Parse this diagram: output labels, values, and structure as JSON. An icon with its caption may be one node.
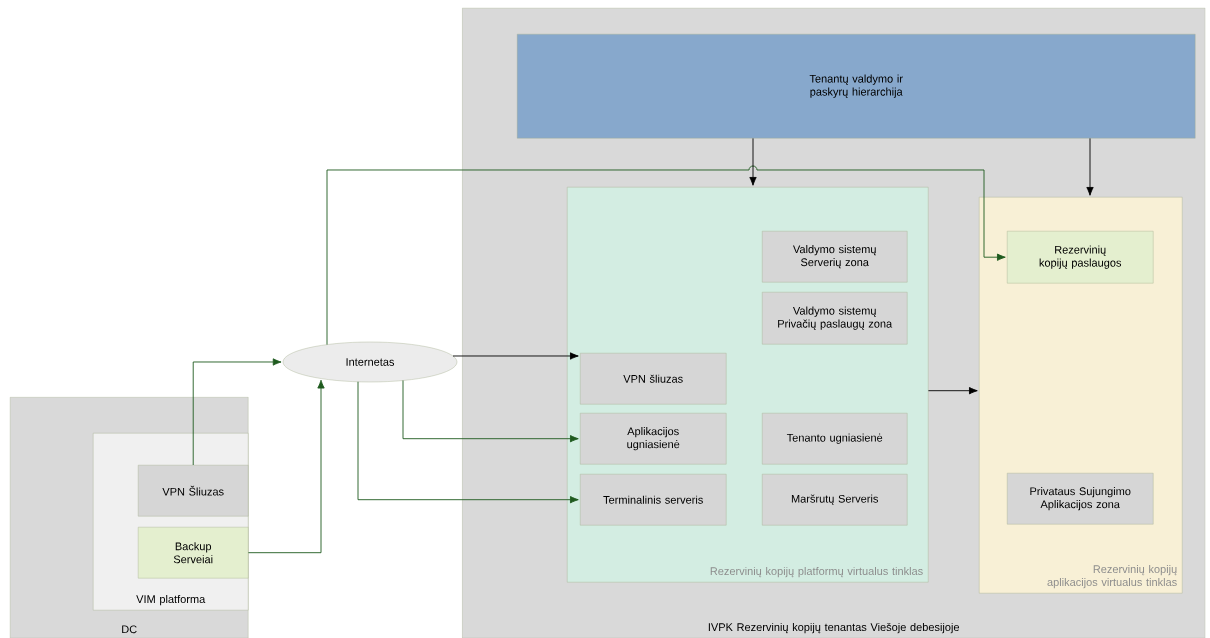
{
  "diagram": {
    "nodes": [
      {
        "text": [
          "DC"
        ]
      },
      {
        "text": [
          "VIM platforma"
        ],
        "in": 0
      },
      {
        "text": [
          "VPN Šliuzas"
        ],
        "in": 1
      },
      {
        "text": [
          "Backup Serveiai"
        ],
        "in": 1
      },
      {
        "text": [
          "Internetas"
        ]
      },
      {
        "text": [
          "IVPK Rezervinių kopijų tenantas Viešoje debesijoje"
        ]
      },
      {
        "text": [
          "Tenantų valdymo ir paskyrų hierarchija"
        ],
        "in": 5
      },
      {
        "text": [
          "Rezervinių kopijų platformų virtualus tinklas"
        ],
        "in": 5
      },
      {
        "text": [
          "Valdymo sistemų Serverių zona"
        ],
        "in": 7
      },
      {
        "text": [
          "Valdymo sistemų Privačių paslaugų zona"
        ],
        "in": 7
      },
      {
        "text": [
          "VPN šliuzas"
        ],
        "in": 7
      },
      {
        "text": [
          "Aplikacijos ugniasienė"
        ],
        "in": 7
      },
      {
        "text": [
          "Tenanto ugniasienė"
        ],
        "in": 7
      },
      {
        "text": [
          "Terminalinis serveris"
        ],
        "in": 7
      },
      {
        "text": [
          "Maršrutų Serveris"
        ],
        "in": 7
      },
      {
        "text": [
          "Rezervinių kopijų aplikacijos virtualus tinklas"
        ],
        "in": 5
      },
      {
        "text": [
          "Rezervinių kopijų paslaugos"
        ],
        "in": 15
      },
      {
        "text": [
          "Privataus Sujungimo Aplikacijos zona"
        ],
        "in": 15
      }
    ],
    "edges": [
      {
        "from": 2,
        "to": 4,
        "arrow": "to"
      },
      {
        "from": 3,
        "to": 4,
        "arrow": "to"
      },
      {
        "from": 4,
        "to": 16,
        "arrow": "to"
      },
      {
        "from": 4,
        "to": 10,
        "arrow": "to",
        "color": "#000000"
      },
      {
        "from": 4,
        "to": 11,
        "arrow": "to"
      },
      {
        "from": 4,
        "to": 13,
        "arrow": "to"
      },
      {
        "from": 6,
        "to": 7,
        "arrow": "to",
        "color": "#000000"
      },
      {
        "from": 6,
        "to": 15,
        "arrow": "to",
        "color": "#000000"
      },
      {
        "from": 7,
        "to": 15,
        "arrow": "to",
        "color": "#000000"
      }
    ]
  }
}
